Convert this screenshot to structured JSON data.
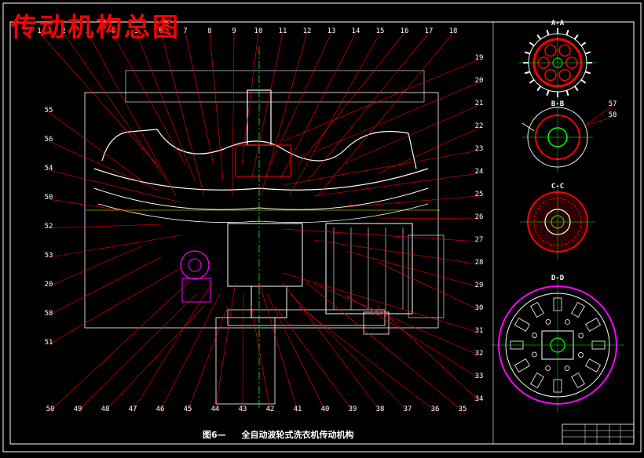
{
  "drawing": {
    "title": "传动机构总图",
    "figure_no": "图6—",
    "figure_caption": "全自动波轮式洗衣机传动机构"
  },
  "section_views": [
    {
      "label": "A-A"
    },
    {
      "label": "B-B"
    },
    {
      "label": "C-C"
    },
    {
      "label": "D-D"
    }
  ],
  "part_numbers": {
    "top": [
      "1",
      "2",
      "3",
      "4",
      "5",
      "6",
      "7",
      "8",
      "9",
      "10",
      "11",
      "12",
      "13",
      "14",
      "15",
      "16",
      "17",
      "18"
    ],
    "right": [
      "19",
      "20",
      "21",
      "22",
      "23",
      "24",
      "25",
      "26",
      "27",
      "28",
      "29",
      "30",
      "31",
      "32",
      "33",
      "34"
    ],
    "bottom": [
      "50",
      "49",
      "48",
      "47",
      "46",
      "45",
      "44",
      "43",
      "42",
      "41",
      "40",
      "39",
      "38",
      "37",
      "36",
      "35"
    ],
    "left": [
      "55",
      "56",
      "54",
      "50",
      "52",
      "53",
      "20",
      "58",
      "51"
    ],
    "side_detail": [
      "57",
      "58"
    ]
  },
  "colors": {
    "background": "#000000",
    "outline": "#ffffff",
    "leader": "#ff0000",
    "centerline": "#00ff00",
    "section": "#ff00ff",
    "dimension": "#ffff00",
    "watermark": "#3a78c8"
  }
}
